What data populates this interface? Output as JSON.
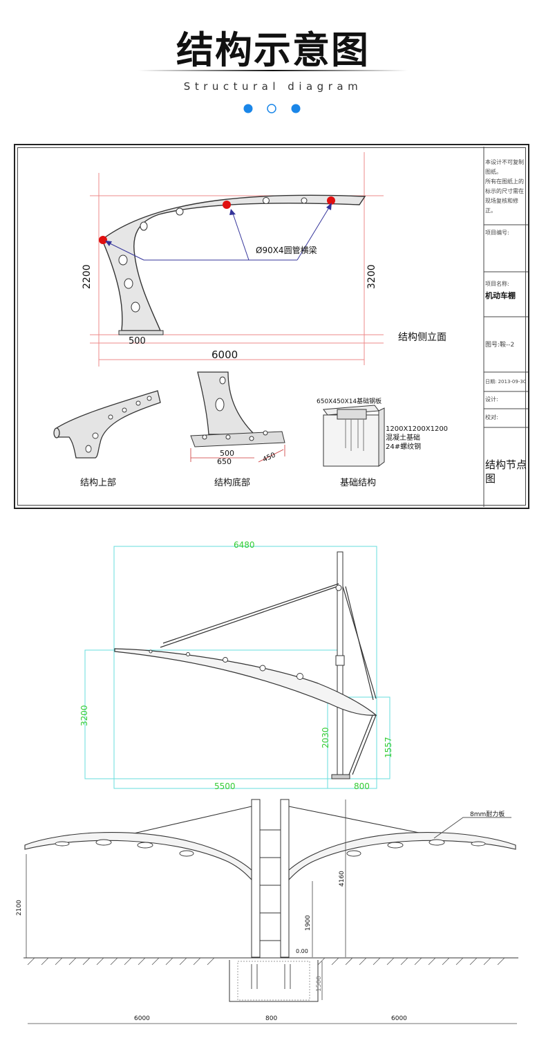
{
  "header": {
    "title": "结构示意图",
    "subtitle": "Structural diagram",
    "accent": "#1a86e8"
  },
  "panel1": {
    "dim_left_height": "2200",
    "dim_right_height": "3200",
    "dim_base": "500",
    "dim_span": "6000",
    "beam_label": "Ø90X4圆管横梁",
    "side_elevation_label": "结构侧立面",
    "bottom_dim_1": "500",
    "bottom_dim_2": "650",
    "bottom_dim_3": "450",
    "plate_label": "650X450X14基础钢板",
    "foundation_size": "1200X1200X1200",
    "concrete_label": "混凝土基础",
    "bolt_label": "24#螺纹钢",
    "caption_top": "结构上部",
    "caption_bottom": "结构底部",
    "caption_foundation": "基础结构",
    "sidebar": {
      "note_1": "本设计不可复制",
      "note_2": "图纸。",
      "note_3": "所有在图纸上的",
      "note_4": "标示的尺寸需在",
      "note_5": "现场复核和修正。",
      "project_lead_label": "项目编号:",
      "project_name_label": "项目名称:",
      "project_name": "机动车棚",
      "drawing_no": "图号:",
      "drawing_no_value": "鞍--2",
      "date": "日期: 2013-09-30",
      "design": "设计:",
      "check": "校对:",
      "drawing_title": "结构节点图"
    },
    "red_marker_color": "#e01010"
  },
  "panel2": {
    "dim_top": "6480",
    "dim_left": "3200",
    "dim_mid": "2030",
    "dim_right": "1557",
    "dim_bottom_1": "5500",
    "dim_bottom_2": "800",
    "dim_color": "#33cc33",
    "box_color": "#66dddd"
  },
  "panel3": {
    "board_label": "8mm耐力板",
    "dim_left": "2100",
    "dim_center_h": "4160",
    "dim_column": "1900",
    "dim_ground": "0.00",
    "dim_depth": "1500",
    "dim_bottom_left": "6000",
    "dim_bottom_mid": "800",
    "dim_bottom_right": "6000"
  }
}
